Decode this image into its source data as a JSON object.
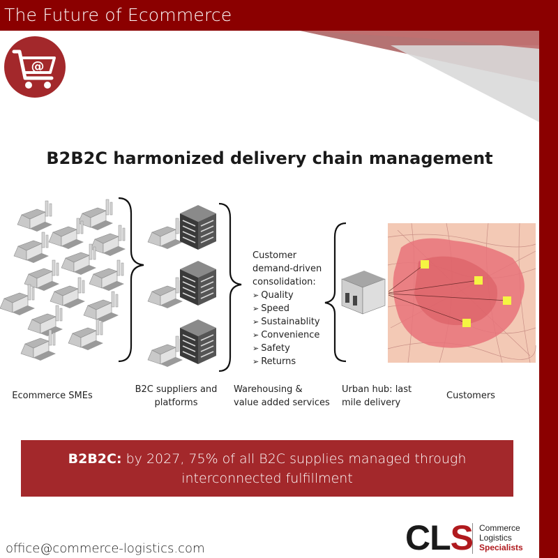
{
  "header": {
    "title": "The Future of Ecommerce"
  },
  "diagram": {
    "heading": "B2B2C harmonized delivery chain management",
    "stages": [
      {
        "line1": "Ecommerce SMEs",
        "line2": ""
      },
      {
        "line1": "B2C suppliers and",
        "line2": "platforms"
      },
      {
        "line1": "Warehousing &",
        "line2": "value added services"
      },
      {
        "line1": "Urban hub: last",
        "line2": "mile delivery"
      },
      {
        "line1": "Customers",
        "line2": ""
      }
    ],
    "consolidation": {
      "line1": "Customer",
      "line2": "demand-driven",
      "line3": "consolidation:",
      "items": [
        "Quality",
        "Speed",
        "Sustainablity",
        "Convenience",
        "Safety",
        "Returns"
      ]
    }
  },
  "banner": {
    "bold": "B2B2C:",
    "text1": " by 2027, 75% of all B2C supplies managed through",
    "text2": "interconnected fulfillment"
  },
  "footer": {
    "email": "office@commerce-logistics.com",
    "logo": {
      "c": "CL",
      "s": "S",
      "line1": "Commerce",
      "line2": "Logistics",
      "line3": "Specialists"
    }
  },
  "colors": {
    "brand": "#8b0000",
    "banner": "#a3282b",
    "map_fill": "#e8737a",
    "map_base": "#f3c9b5",
    "pin": "#f5f542"
  }
}
